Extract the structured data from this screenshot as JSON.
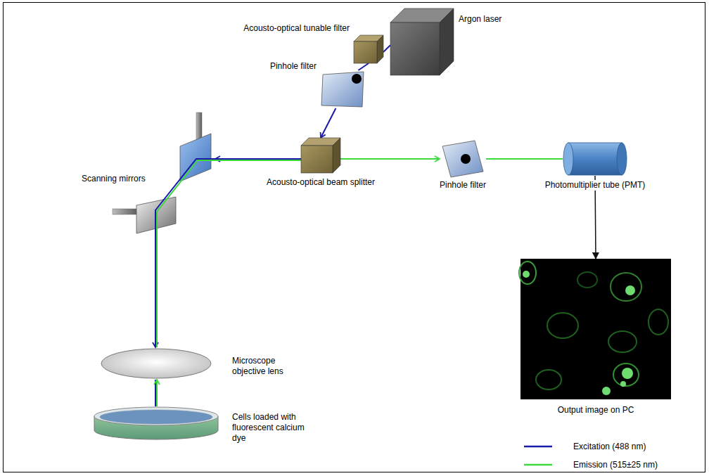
{
  "diagram": {
    "nodes": [
      {
        "text": [
          "Argon laser"
        ]
      },
      {
        "text": [
          "Acousto-optical tunable filter"
        ]
      },
      {
        "text": [
          "Pinhole filter"
        ]
      },
      {
        "text": [
          "Acousto-optical beam splitter"
        ]
      },
      {
        "text": [
          "Scanning mirrors"
        ]
      },
      {
        "text": [
          "Microscope objective lens"
        ]
      },
      {
        "text": [
          "Cells loaded with fluorescent calcium dye"
        ]
      },
      {
        "text": [
          "Pinhole filter"
        ]
      },
      {
        "text": [
          "Photomultiplier tube (PMT)"
        ]
      },
      {
        "text": [
          "Output image on PC"
        ]
      }
    ],
    "edges": [
      {
        "from": 0,
        "to": 1,
        "arrow": "none"
      },
      {
        "from": 1,
        "to": 2,
        "arrow": "none"
      },
      {
        "from": 2,
        "to": 3,
        "arrow": "to"
      },
      {
        "from": 3,
        "to": 4,
        "arrow": "to"
      },
      {
        "from": 4,
        "to": 5,
        "arrow": "to"
      },
      {
        "from": 5,
        "to": 6,
        "arrow": "none"
      },
      {
        "from": 6,
        "to": 5,
        "arrow": "to"
      },
      {
        "from": 5,
        "to": 4,
        "arrow": "none"
      },
      {
        "from": 4,
        "to": 3,
        "arrow": "none"
      },
      {
        "from": 3,
        "to": 7,
        "arrow": "to"
      },
      {
        "from": 7,
        "to": 8,
        "arrow": "none"
      },
      {
        "from": 8,
        "to": 9,
        "arrow": "to"
      }
    ],
    "legend": [
      {
        "text": "Excitation (488 nm)"
      },
      {
        "text": "Emission (515±25 nm)"
      }
    ]
  }
}
